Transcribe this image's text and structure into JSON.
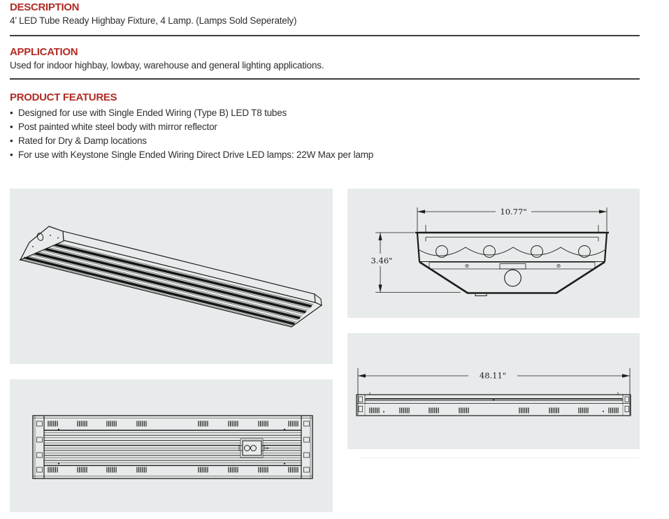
{
  "meta": {
    "accent_color": "#b12b25",
    "panel_bg": "#e8ebeb",
    "rule_color": "#3d3d3d",
    "text_color": "#2e2e2e",
    "drawing_line_color": "#1c1c1c"
  },
  "sections": {
    "description": {
      "heading": "DESCRIPTION",
      "body": "4’ LED Tube Ready Highbay Fixture, 4 Lamp. (Lamps Sold Seperately)"
    },
    "application": {
      "heading": "APPLICATION",
      "body": "Used for indoor highbay, lowbay, warehouse and general lighting applications."
    },
    "features": {
      "heading": "PRODUCT FEATURES",
      "bullets": [
        "Designed for use with Single Ended Wiring (Type B) LED T8 tubes",
        "Post painted white steel body with mirror reflector",
        "Rated for Dry & Damp locations",
        "For use with Keystone Single Ended Wiring Direct Drive LED lamps: 22W Max per lamp"
      ]
    }
  },
  "drawings": {
    "end_view": {
      "width_label": "10.77\"",
      "height_label": "3.46\""
    },
    "side_view": {
      "length_label": "48.11\""
    }
  }
}
